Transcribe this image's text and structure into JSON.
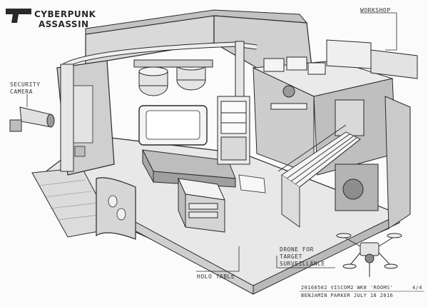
{
  "logo": {
    "line1": "CYBERPUNK",
    "line2": "ASSASSIN"
  },
  "callouts": {
    "workshop": "WORKSHOP",
    "security_line1": "SECURITY",
    "security_line2": "CAMERA",
    "drone_line1": "DRONE FOR",
    "drone_line2": "TARGET",
    "drone_line3": "SURVEILLANCE",
    "holo_table": "HOLO TABLE"
  },
  "info": {
    "line1_a": "20160502  VISCOM2 WK8 'ROOMS'",
    "page": "4/4",
    "line2": "BENJAMIN PARKER   JULY 18 2016"
  },
  "colors": {
    "ink": "#2a2a2a",
    "paper": "#fbfbfb",
    "tone_light": "#e6e6e6",
    "tone_mid": "#c9c9c9",
    "tone_dark": "#9a9a9a"
  }
}
